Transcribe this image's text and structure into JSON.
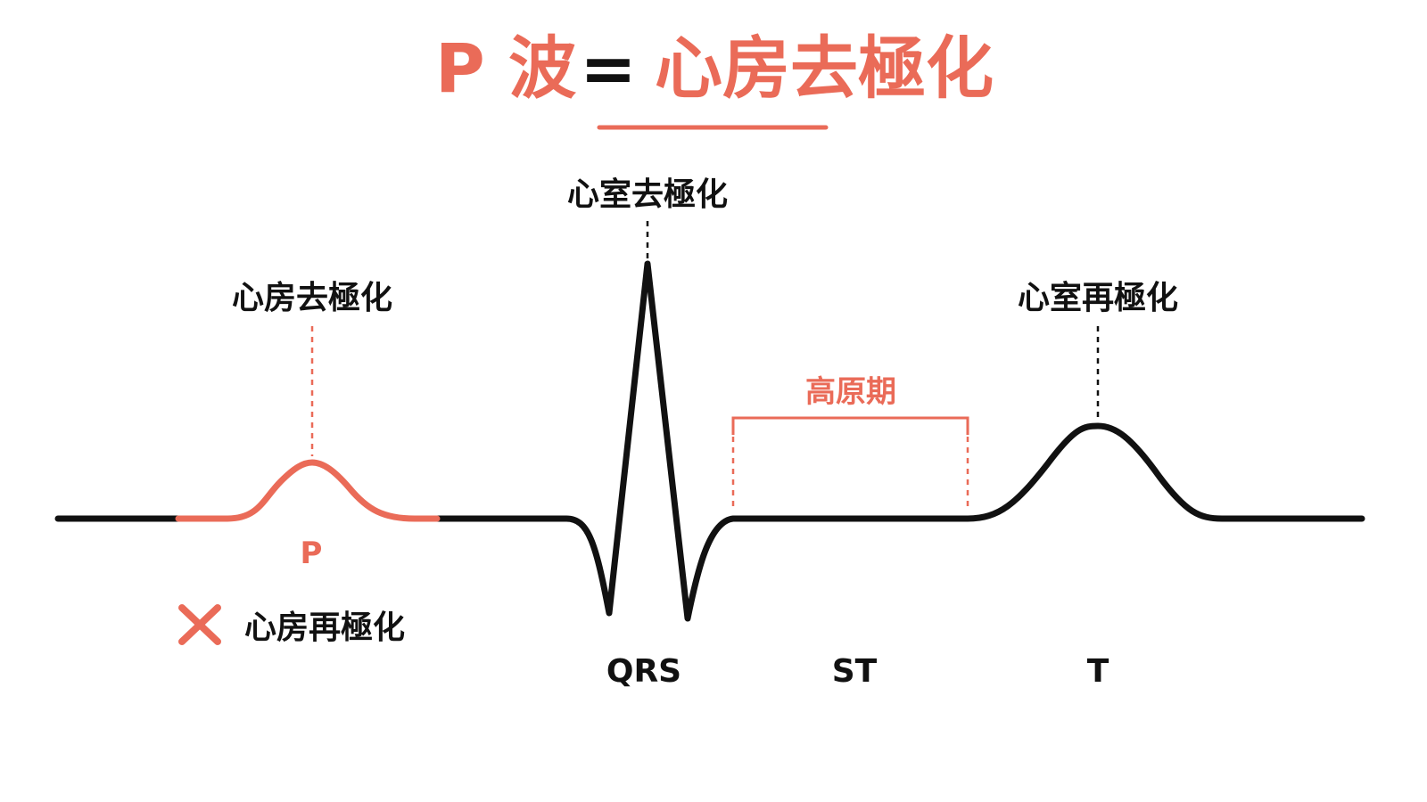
{
  "colors": {
    "accent": "#ea6b58",
    "dark": "#111111",
    "background": "#ffffff"
  },
  "title": {
    "left": "P 波",
    "equals": "=",
    "right": "心房去極化"
  },
  "annotations": {
    "atrial_depolarization": "心房去極化",
    "ventricular_depolarization": "心室去極化",
    "ventricular_repolarization": "心室再極化",
    "plateau": "高原期"
  },
  "segments": {
    "p": "P",
    "qrs": "QRS",
    "st": "ST",
    "t": "T"
  },
  "note": {
    "icon": "cross-icon",
    "text": "心房再極化"
  }
}
